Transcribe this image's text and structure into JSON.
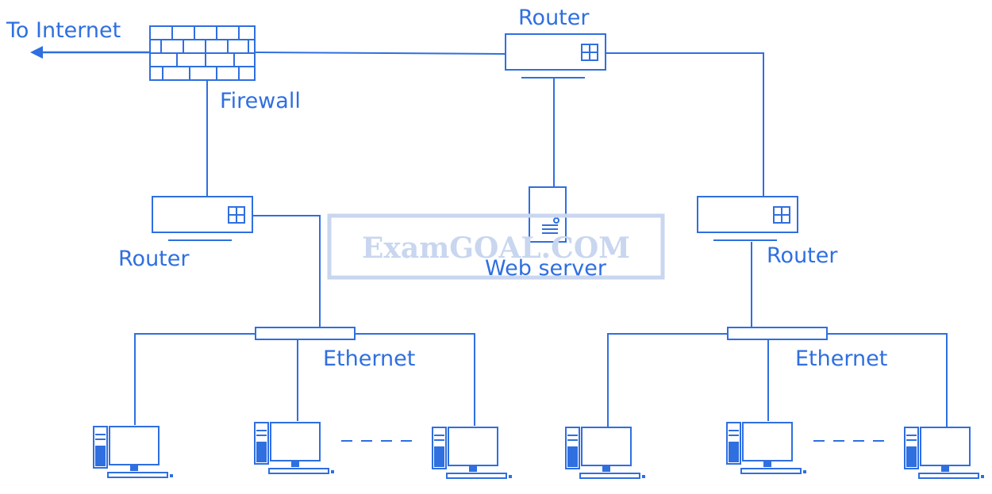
{
  "diagram": {
    "colors": {
      "stroke": "#2f6fe0",
      "watermark": "#c9d6ef",
      "background": "#ffffff"
    },
    "labels": {
      "internet": "To Internet",
      "firewall": "Firewall",
      "router_top": "Router",
      "router_left": "Router",
      "router_right": "Router",
      "web_server": "Web server",
      "ethernet_left": "Ethernet",
      "ethernet_right": "Ethernet"
    },
    "watermark": "ExamGOAL.COM",
    "nodes": {
      "firewall": "firewall-icon",
      "routers": [
        "router-icon",
        "router-icon",
        "router-icon"
      ],
      "server": "server-icon",
      "computers": [
        "computer-icon",
        "computer-icon",
        "computer-icon",
        "computer-icon",
        "computer-icon",
        "computer-icon"
      ]
    }
  }
}
